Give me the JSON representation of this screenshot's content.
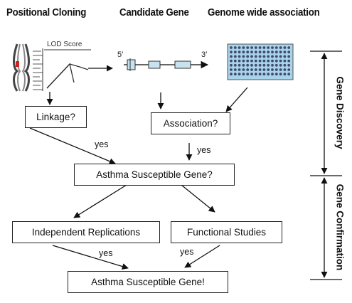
{
  "headers": {
    "positional_cloning": "Positional Cloning",
    "candidate_gene": "Candidate Gene",
    "genome_wide": "Genome wide association"
  },
  "illustrations": {
    "lod_score": "LOD Score",
    "five_prime": "5′",
    "three_prime": "3′"
  },
  "boxes": {
    "linkage": "Linkage?",
    "association": "Association?",
    "asthma_susceptible_q": "Asthma Susceptible Gene?",
    "independent_replications": "Independent Replications",
    "functional_studies": "Functional Studies",
    "asthma_susceptible_final": "Asthma Susceptible Gene!"
  },
  "edge_labels": {
    "yes_linkage": "yes",
    "yes_association": "yes",
    "yes_replications": "yes",
    "yes_functional": "yes"
  },
  "side_labels": {
    "gene_discovery": "Gene Discovery",
    "gene_confirmation": "Gene Confirmation"
  }
}
